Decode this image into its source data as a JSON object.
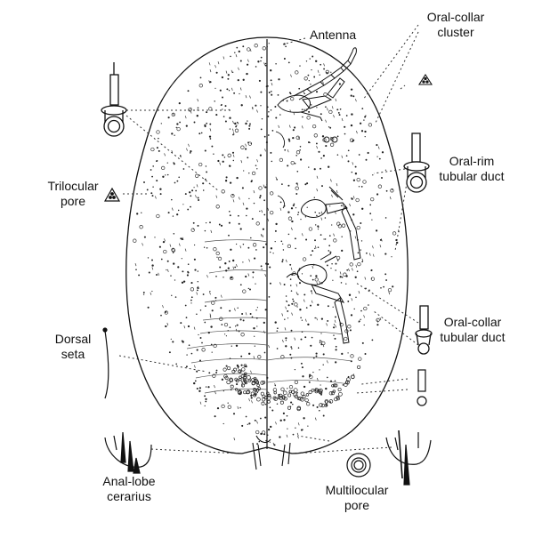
{
  "figure": {
    "labels": {
      "antenna": "Antenna",
      "oral_collar_cluster": [
        "Oral-collar",
        "cluster"
      ],
      "oral_rim_tubular_duct": [
        "Oral-rim",
        "tubular duct"
      ],
      "trilocular_pore": [
        "Trilocular",
        "pore"
      ],
      "oral_collar_tubular_duct": [
        "Oral-collar",
        "tubular duct"
      ],
      "dorsal_seta": [
        "Dorsal",
        "seta"
      ],
      "anal_lobe_cerarius": [
        "Anal-lobe",
        "cerarius"
      ],
      "multilocular_pore": [
        "Multilocular",
        "pore"
      ]
    },
    "colors": {
      "ink": "#111111",
      "background": "#ffffff"
    }
  }
}
